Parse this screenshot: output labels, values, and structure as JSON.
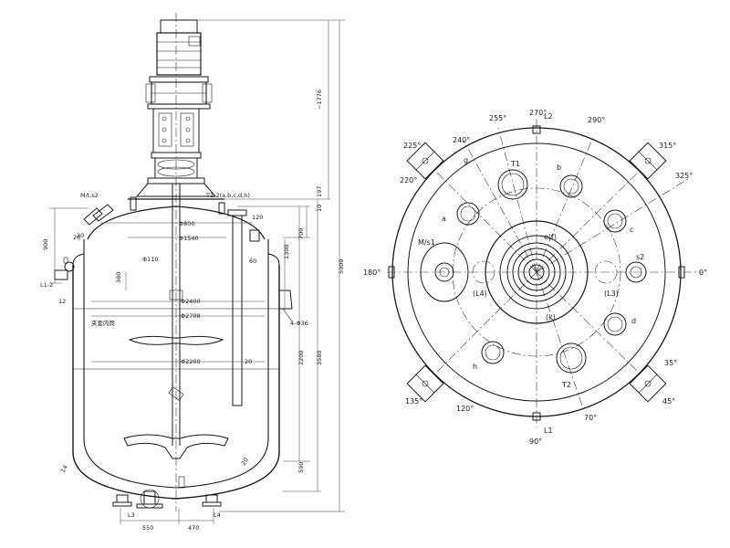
{
  "elevation": {
    "header_right": "T1-2(a,b,c,d,h)",
    "header_left": "M/t,s2",
    "total_height": "5900",
    "motor_height": "~1776",
    "dims_right": [
      "197",
      "10",
      "700",
      "1300",
      "2200",
      "3580",
      "590"
    ],
    "dims_left": [
      "900",
      "20",
      "380",
      "12",
      "60",
      "120"
    ],
    "diameters": [
      "Φ800",
      "Φ1540",
      "Φ110",
      "Φ2400",
      "Φ2708",
      "Φ2200",
      "4-Φ36"
    ],
    "wall_thickness": [
      "20",
      "20",
      "14",
      "20"
    ],
    "bottom_dims": [
      "550",
      "470"
    ],
    "legs": [
      "L3",
      "L4",
      "L1-2"
    ],
    "jacket_note": "夹套内筒"
  },
  "plan": {
    "angles": [
      "0°",
      "35°",
      "45°",
      "70°",
      "90°",
      "120°",
      "135°",
      "180°",
      "220°",
      "225°",
      "240°",
      "255°",
      "270°",
      "290°",
      "315°",
      "325°"
    ],
    "nozzles": [
      "T1",
      "T2",
      "a",
      "b",
      "c",
      "d",
      "g",
      "h",
      "e(f)",
      "s2",
      "M/s1",
      "(L4)",
      "(L3)",
      "(k)",
      "L1",
      "L2"
    ]
  }
}
